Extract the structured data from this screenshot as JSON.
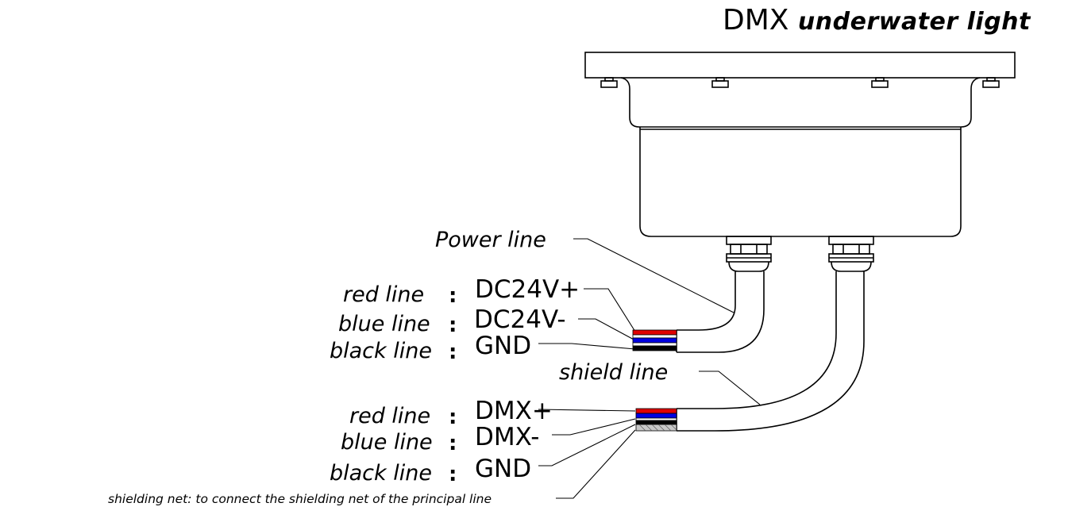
{
  "title": {
    "main": "DMX",
    "sub": "underwater light"
  },
  "power": {
    "heading": "Power line",
    "wires": [
      {
        "name": "red line",
        "signal": "DC24V+",
        "color": "#e00000"
      },
      {
        "name": "blue line",
        "signal": "DC24V-",
        "color": "#0000e0"
      },
      {
        "name": "black line",
        "signal": "GND",
        "color": "#000000"
      }
    ]
  },
  "dmx": {
    "heading": "shield line",
    "wires": [
      {
        "name": "red line",
        "signal": "DMX+",
        "color": "#e00000"
      },
      {
        "name": "blue line",
        "signal": "DMX-",
        "color": "#0000e0"
      },
      {
        "name": "black line",
        "signal": "GND",
        "color": "#000000"
      }
    ]
  },
  "shield_note": "shielding net: to connect the shielding net of the  principal line",
  "colon": ":"
}
